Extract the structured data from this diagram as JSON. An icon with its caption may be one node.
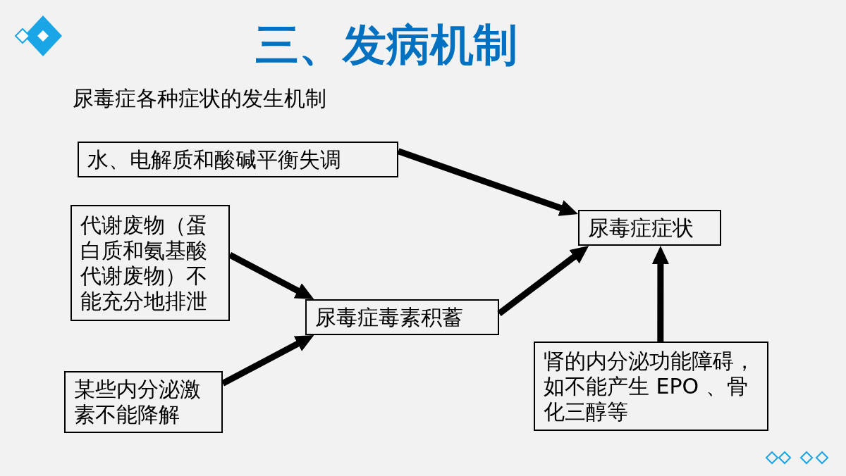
{
  "diagram": {
    "title": "三、发病机制",
    "nodes": [
      {
        "text": [
          "水、电解质和酸碱平衡失调"
        ]
      },
      {
        "text": [
          "代谢废物（蛋白质和氨基酸代谢废物）不能充分地排泄"
        ]
      },
      {
        "text": [
          "尿毒症毒素积蓄"
        ]
      },
      {
        "text": [
          "某些内分泌激素不能降解"
        ]
      },
      {
        "text": [
          "尿毒症症状"
        ]
      },
      {
        "text": [
          "肾的内分泌功能障碍，如不能产生 EPO 、骨化三醇等"
        ]
      }
    ],
    "edges": [
      {
        "from": 0,
        "to": 4,
        "arrow": "to"
      },
      {
        "from": 1,
        "to": 2,
        "arrow": "to"
      },
      {
        "from": 3,
        "to": 2,
        "arrow": "to"
      },
      {
        "from": 2,
        "to": 4,
        "arrow": "to"
      },
      {
        "from": 5,
        "to": 4,
        "arrow": "to"
      }
    ],
    "labels": [
      "尿毒症各种症状的发生机制"
    ]
  }
}
